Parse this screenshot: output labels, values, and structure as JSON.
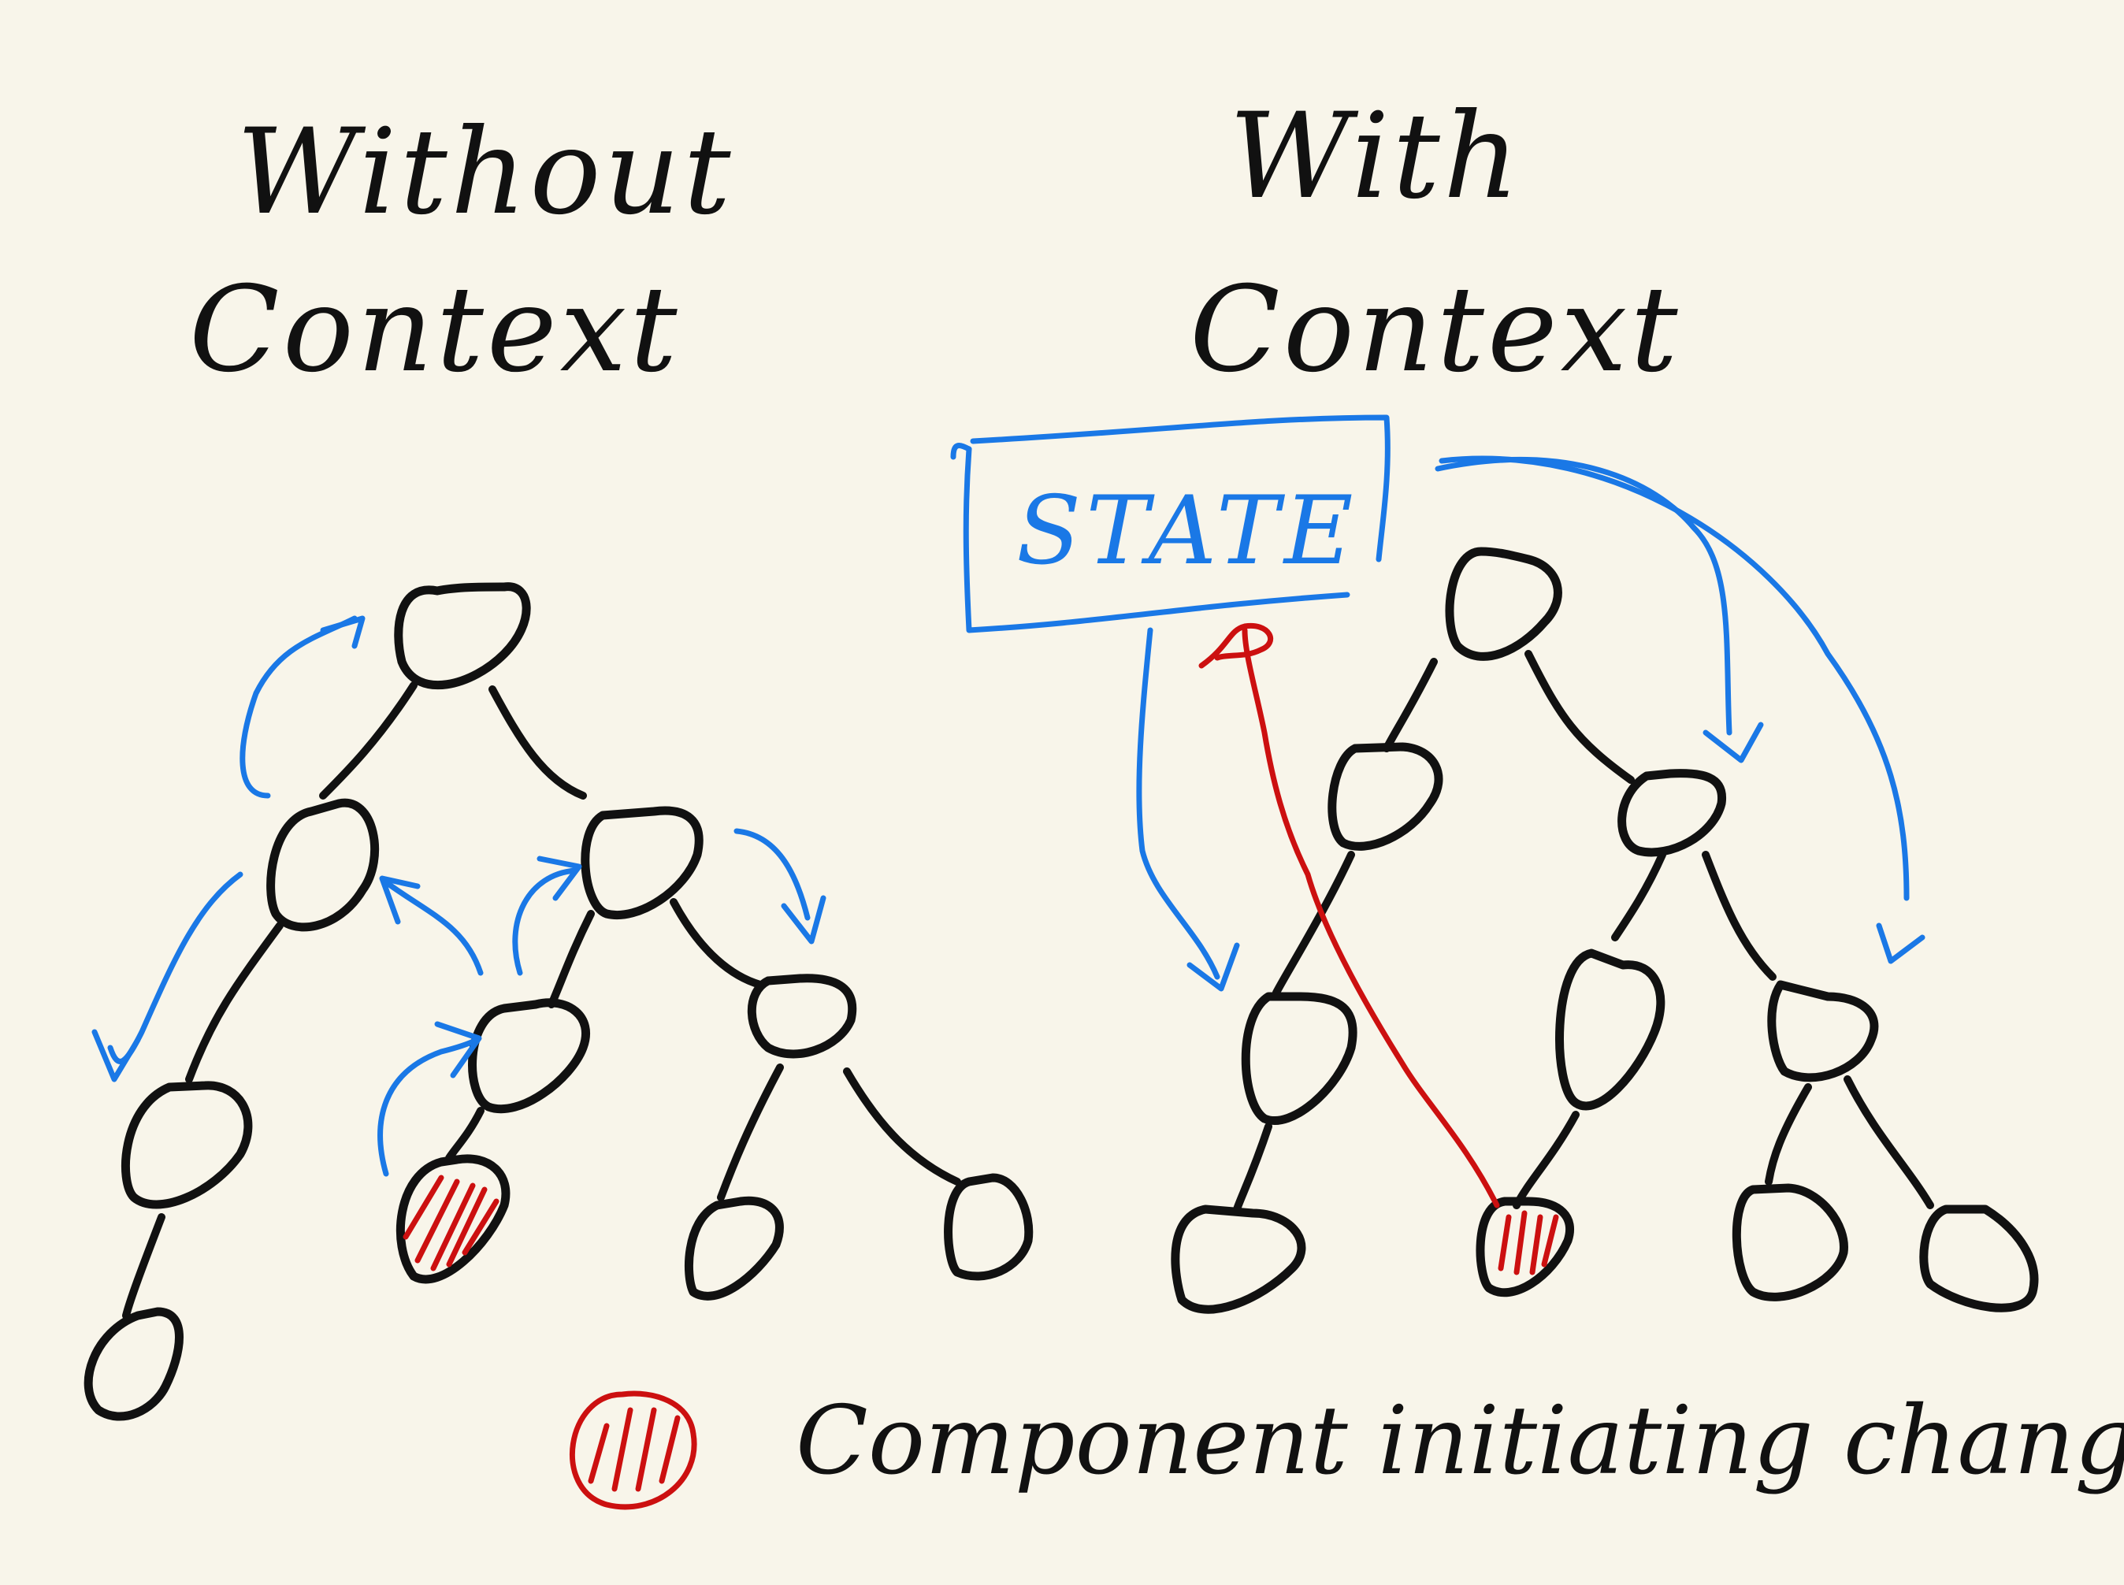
{
  "headings": {
    "left_line1": "Without",
    "left_line2": "Context",
    "right_line1": "With",
    "right_line2": "Context"
  },
  "state_box": {
    "label": "STATE"
  },
  "legend": {
    "label": "Component initiating change"
  },
  "colors": {
    "ink": "#111111",
    "flow": "#1a78e6",
    "change": "#cc1010",
    "background": "#f8f5ea"
  }
}
